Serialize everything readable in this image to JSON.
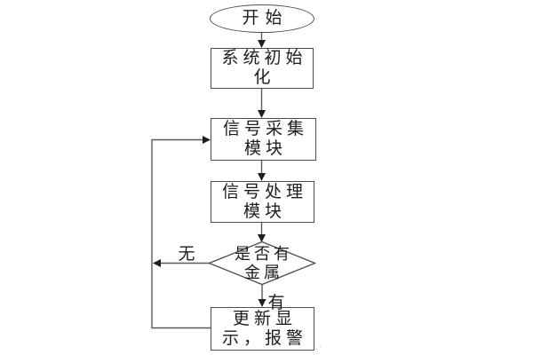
{
  "colors": {
    "background": "#ffffff",
    "line": "#5a5a5a",
    "arrowhead": "#1f1f1f",
    "box_border": "#4d4d4d",
    "text": "#1c1c1c"
  },
  "flowchart": {
    "start": {
      "label": "开始"
    },
    "system_init": {
      "lines": [
        "系统初始",
        "化"
      ]
    },
    "signal_acquisition": {
      "lines": [
        "信号采集",
        "模块"
      ]
    },
    "signal_processing": {
      "lines": [
        "信号处理",
        "模块"
      ]
    },
    "decision": {
      "lines": [
        "是否有",
        "金属"
      ]
    },
    "update_alarm": {
      "lines": [
        "更新显",
        "示，报警"
      ]
    },
    "branch_labels": {
      "no": "无",
      "yes": "有"
    }
  },
  "stray_mark": ".·"
}
